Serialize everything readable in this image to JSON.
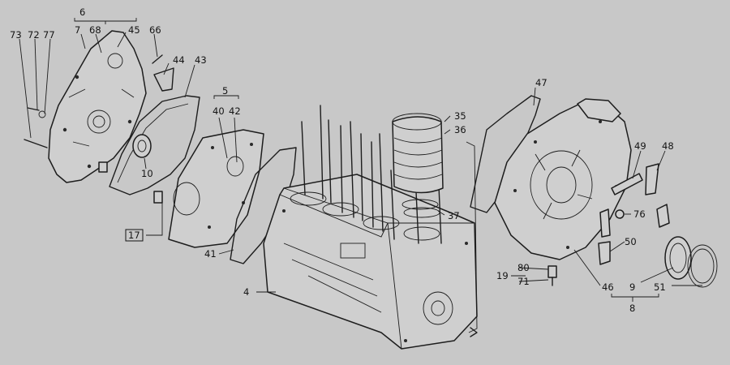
{
  "diagram": {
    "labels": {
      "l6": "6",
      "l73": "73",
      "l72": "72",
      "l77": "77",
      "l7": "7",
      "l68": "68",
      "l45": "45",
      "l66": "66",
      "l44": "44",
      "l43": "43",
      "l5": "5",
      "l40": "40",
      "l42": "42",
      "l10": "10",
      "l17": "17",
      "l41": "41",
      "l4": "4",
      "l35": "35",
      "l36": "36",
      "l37": "37",
      "l47": "47",
      "l49": "49",
      "l48": "48",
      "l76": "76",
      "l50": "50",
      "l80": "80",
      "l19": "19",
      "l71": "71",
      "l46": "46",
      "l9": "9",
      "l51": "51",
      "l8": "8"
    }
  }
}
